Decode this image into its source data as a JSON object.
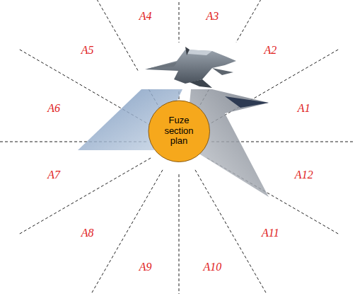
{
  "diagram": {
    "nodes": [
      {
        "text": [
          "Fuze section plan"
        ]
      }
    ],
    "labels": [
      "A4",
      "A3",
      "A2",
      "A5",
      "A1",
      "A6",
      "A12",
      "A7",
      "A11",
      "A8",
      "A9",
      "A10"
    ]
  }
}
